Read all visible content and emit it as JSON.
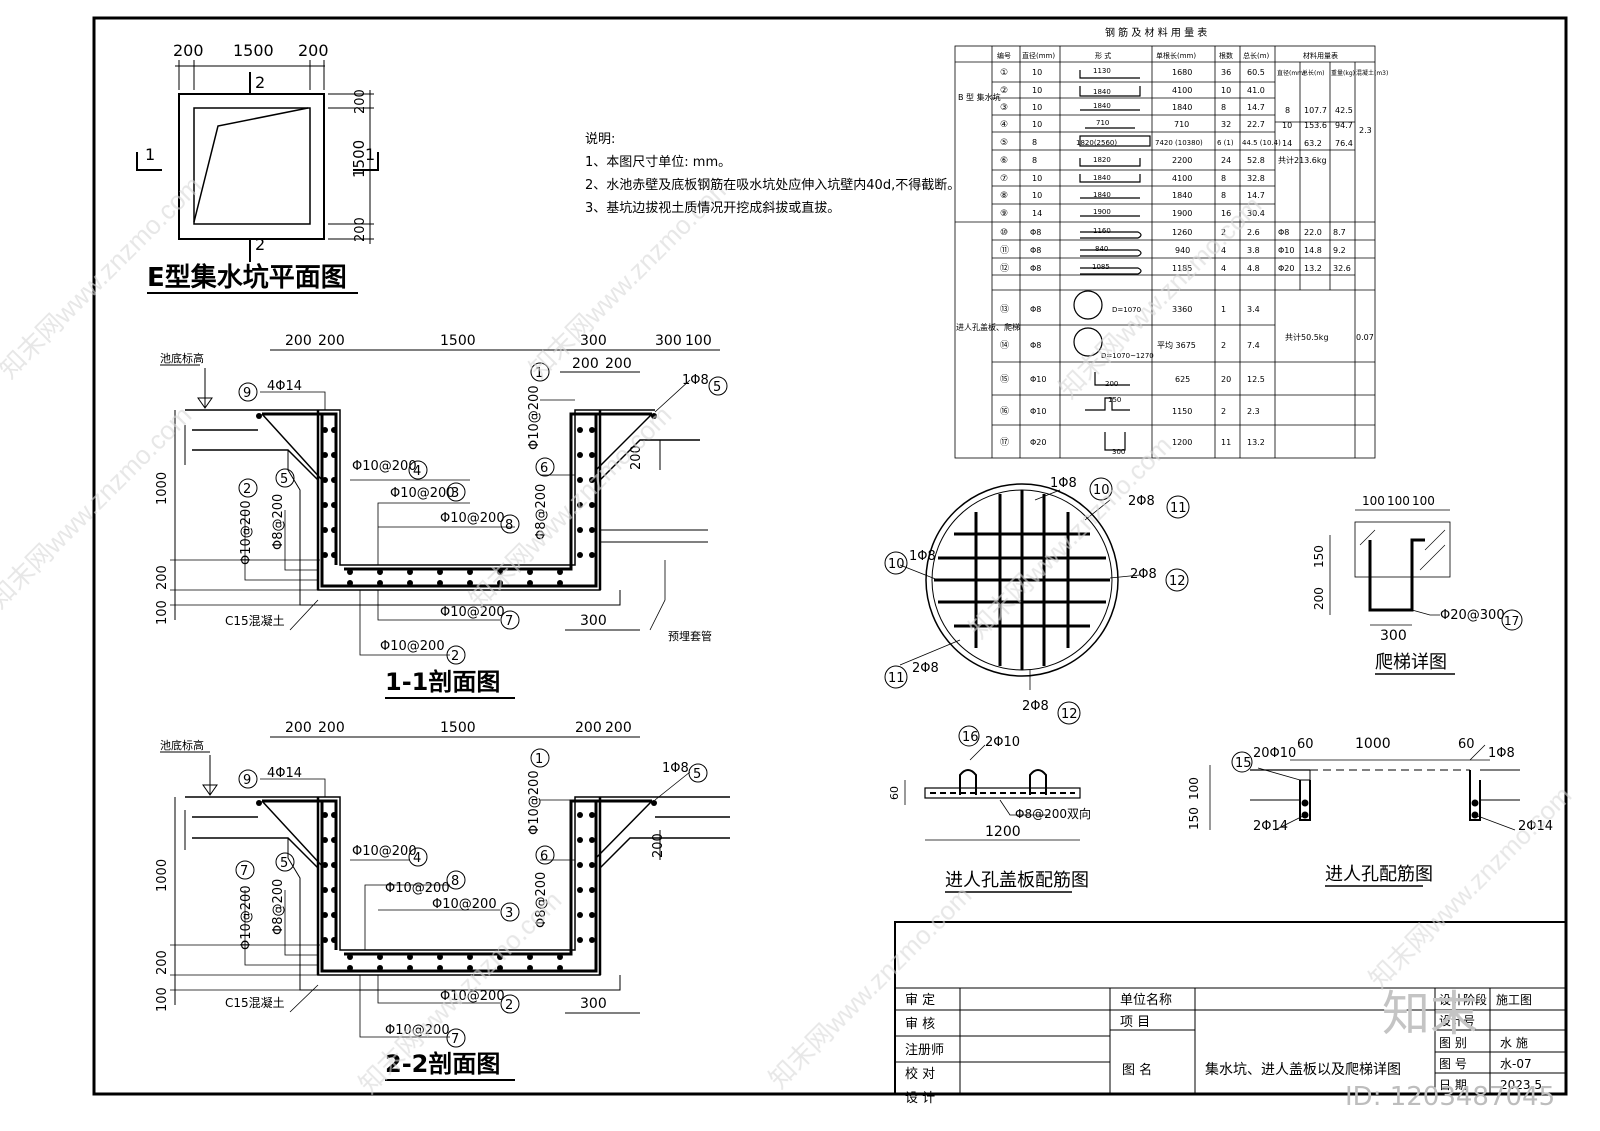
{
  "plan": {
    "title": "E型集水坑平面图",
    "dims_top": [
      "200",
      "1500",
      "200"
    ],
    "dims_right": [
      "200",
      "1500",
      "200"
    ],
    "cut_1": "1",
    "cut_2": "2"
  },
  "notes": {
    "heading": "说明:",
    "items": [
      "1、本图尺寸单位: mm。",
      "2、水池赤壁及底板钢筋在吸水坑处应伸入坑壁内40d,不得截断。",
      "3、基坑边拔视土质情况开挖成斜拔或直拔。"
    ]
  },
  "section1": {
    "title": "1-1剖面图",
    "pool_level": "池底标高",
    "dims_top": [
      "200",
      "200",
      "1500",
      "300",
      "200",
      "200",
      "300",
      "100"
    ],
    "dims_left": [
      "1000",
      "200",
      "100"
    ],
    "right_dim": "200",
    "bottom_dim": "300",
    "labels": {
      "r9": "9",
      "r9_text": "4Φ14",
      "r5": "5",
      "r5_text": "1Φ8",
      "r1_text": "Φ10@200",
      "r1": "1",
      "r4_text": "Φ10@200",
      "r4": "4",
      "r3_text": "Φ10@200",
      "r3": "3",
      "r8_text": "Φ10@200",
      "r8": "8",
      "r6_text": "Φ8@200",
      "r6": "6",
      "r2l_text": "Φ10@200",
      "r2l": "2",
      "r5l_text": "Φ8@200",
      "r5l": "5",
      "r7_text": "Φ10@200",
      "r7": "7",
      "r2b_text": "Φ10@200",
      "r2b": "2",
      "c15": "C15混凝土",
      "sleeve": "预埋套管"
    }
  },
  "section2": {
    "title": "2-2剖面图",
    "pool_level": "池底标高",
    "dims_top": [
      "200",
      "200",
      "1500",
      "200",
      "200"
    ],
    "dims_left": [
      "1000",
      "200",
      "100"
    ],
    "right_dim": "200",
    "bottom_dim": "300",
    "labels": {
      "r9": "9",
      "r9_text": "4Φ14",
      "r5": "5",
      "r5_text": "1Φ8",
      "r1_text": "Φ10@200",
      "r1": "1",
      "r4_text": "Φ10@200",
      "r4": "4",
      "r8_text": "Φ10@200",
      "r8": "8",
      "r3_text": "Φ10@200",
      "r3": "3",
      "r6_text": "Φ8@200",
      "r6": "6",
      "r7l_text": "Φ10@200",
      "r7l": "7",
      "r5l_text": "Φ8@200",
      "r5l": "5",
      "r2_text": "Φ10@200",
      "r2": "2",
      "r7_text": "Φ10@200",
      "r7": "7",
      "c15": "C15混凝土"
    }
  },
  "table": {
    "title": "钢 筋 及 材 料 用 量 表",
    "headers": [
      "编号",
      "直径(mm)",
      "形 式",
      "单根长(mm)",
      "根数",
      "总长(m)",
      "材料用量表"
    ],
    "sub_headers": [
      "直径(mm)",
      "总长(m)",
      "重量(kg)",
      "混凝土(m3)"
    ],
    "group_b": "B 型 集水坑",
    "group_m": "进人孔盖板、爬梯",
    "rows": [
      {
        "no": "①",
        "d": "10",
        "shape": "1130",
        "len": "1680",
        "n": "36",
        "total": "60.5"
      },
      {
        "no": "②",
        "d": "10",
        "shape": "1840",
        "len": "4100",
        "n": "10",
        "total": "41.0"
      },
      {
        "no": "③",
        "d": "10",
        "shape": "1840",
        "len": "1840",
        "n": "8",
        "total": "14.7"
      },
      {
        "no": "④",
        "d": "10",
        "shape": "710",
        "len": "710",
        "n": "32",
        "total": "22.7"
      },
      {
        "no": "⑤",
        "d": "8",
        "shape": "1820(2560)",
        "len": "7420 (10380)",
        "n": "6 (1)",
        "total": "44.5 (10.4)"
      },
      {
        "no": "⑥",
        "d": "8",
        "shape": "1820",
        "len": "2200",
        "n": "24",
        "total": "52.8"
      },
      {
        "no": "⑦",
        "d": "10",
        "shape": "1840",
        "len": "4100",
        "n": "8",
        "total": "32.8"
      },
      {
        "no": "⑧",
        "d": "10",
        "shape": "1840",
        "len": "1840",
        "n": "8",
        "total": "14.7"
      },
      {
        "no": "⑨",
        "d": "14",
        "shape": "1900",
        "len": "1900",
        "n": "16",
        "total": "30.4"
      },
      {
        "no": "⑩",
        "d": "Φ8",
        "shape": "1160",
        "len": "1260",
        "n": "2",
        "total": "2.6"
      },
      {
        "no": "⑪",
        "d": "Φ8",
        "shape": "840",
        "len": "940",
        "n": "4",
        "total": "3.8"
      },
      {
        "no": "⑫",
        "d": "Φ8",
        "shape": "1085",
        "len": "1185",
        "n": "4",
        "total": "4.8"
      },
      {
        "no": "⑬",
        "d": "Φ8",
        "shape": "D=1070",
        "len": "3360",
        "n": "1",
        "total": "3.4"
      },
      {
        "no": "⑭",
        "d": "Φ8",
        "shape": "D=1070~1270",
        "len": "平均 3675",
        "n": "2",
        "total": "7.4"
      },
      {
        "no": "⑮",
        "d": "Φ10",
        "shape": "200",
        "len": "625",
        "n": "20",
        "total": "12.5"
      },
      {
        "no": "⑯",
        "d": "Φ10",
        "shape": "150",
        "len": "1150",
        "n": "2",
        "total": "2.3"
      },
      {
        "no": "⑰",
        "d": "Φ20",
        "shape": "300",
        "len": "1200",
        "n": "11",
        "total": "13.2"
      }
    ],
    "summary_b": [
      {
        "d": "8",
        "len": "107.7",
        "w": "42.5"
      },
      {
        "d": "10",
        "len": "153.6",
        "w": "94.7"
      },
      {
        "d": "14",
        "len": "63.2",
        "w": "76.4"
      }
    ],
    "total_b": "共计213.6kg",
    "concrete_b": "2.3",
    "summary_m": [
      {
        "d": "Φ8",
        "len": "22.0",
        "w": "8.7"
      },
      {
        "d": "Φ10",
        "len": "14.8",
        "w": "9.2"
      },
      {
        "d": "Φ20",
        "len": "13.2",
        "w": "32.6"
      }
    ],
    "total_m": "共计50.5kg",
    "concrete_m": "0.07"
  },
  "cover": {
    "r10_text": "1Φ8",
    "r10": "10",
    "r11_text": "2Φ8",
    "r11": "11",
    "r12_text": "2Φ8",
    "r12": "12",
    "r10l_text": "1Φ8",
    "r10l": "10",
    "r11l_text": "2Φ8",
    "r11l": "11",
    "r12b_text": "2Φ8",
    "r12b": "12"
  },
  "ladder": {
    "title": "爬梯详图",
    "dims_top": [
      "100",
      "100",
      "100"
    ],
    "dims_left": [
      "150",
      "200"
    ],
    "bottom_dim": "300",
    "bar_text": "Φ20@300",
    "bar": "17"
  },
  "cover_section": {
    "title": "进人孔盖板配筋图",
    "r16": "16",
    "r16_text": "2Φ10",
    "thick": "60",
    "mesh": "Φ8@200双向",
    "width": "1200"
  },
  "manhole": {
    "title": "进人孔配筋图",
    "r15": "15",
    "r15_text": "20Φ10",
    "dims_top": [
      "60",
      "1000",
      "60"
    ],
    "dims_left": [
      "150",
      "100"
    ],
    "r14_left": "2Φ14",
    "r14_right": "2Φ14",
    "r8_text": "1Φ8"
  },
  "titleblock": {
    "left_labels": [
      "审  定",
      "审  核",
      "注册师",
      "校  对",
      "设  计"
    ],
    "unit_label": "单位名称",
    "project_label": "项  目",
    "drawing_label": "图  名",
    "drawing_name": "集水坑、进人盖板以及爬梯详图",
    "stage_label": "设计阶段",
    "stage_value": "施工图",
    "design_no_label": "设计号",
    "category_label": "图  别",
    "category_value": "水 施",
    "number_label": "图  号",
    "number_value": "水-07",
    "date_label": "日  期",
    "date_value": "2023.5"
  },
  "watermark": {
    "site": "知末网www.znzmo.com",
    "logo": "知末",
    "id": "ID: 1203487045"
  }
}
